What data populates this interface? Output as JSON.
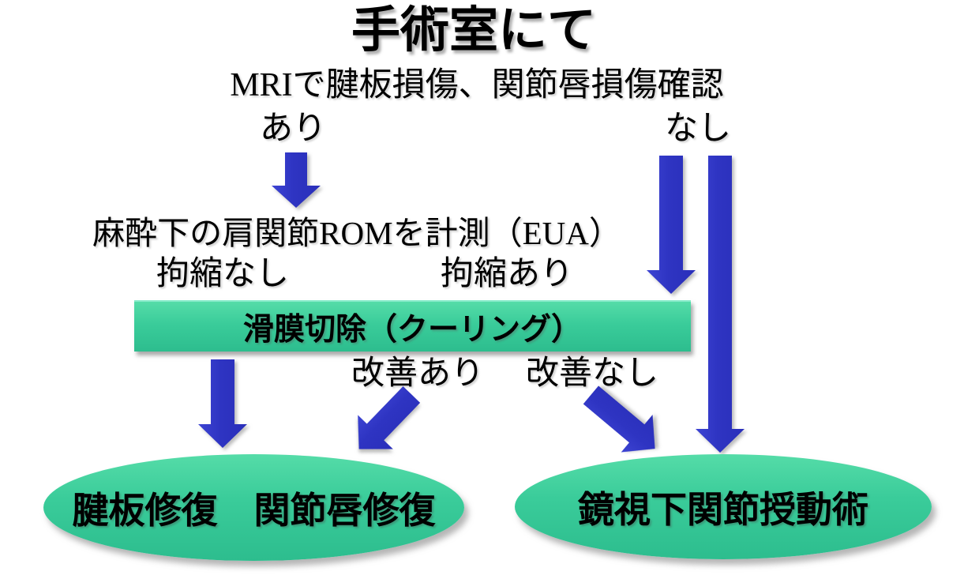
{
  "slide": {
    "title": "手術室にて",
    "mri_line": "MRIで腱板損傷、関節唇損傷確認",
    "mri_yes": "あり",
    "mri_no": "なし",
    "eua_line": "麻酔下の肩関節ROMを計測（EUA）",
    "contracture_none": "拘縮なし",
    "contracture_present": "拘縮あり",
    "synovectomy": "滑膜切除（クーリング）",
    "improvement_yes": "改善あり",
    "improvement_no": "改善なし",
    "outcome_repair": "腱板修復　関節唇修復",
    "outcome_mobilization": "鏡視下関節授動術"
  },
  "colors": {
    "arrow_blue_dark": "#2a2fba",
    "arrow_blue_light": "#4349d8",
    "green_light": "#55dca8",
    "green_dark": "#2dbd8e",
    "text": "#000000",
    "background": "#ffffff"
  }
}
